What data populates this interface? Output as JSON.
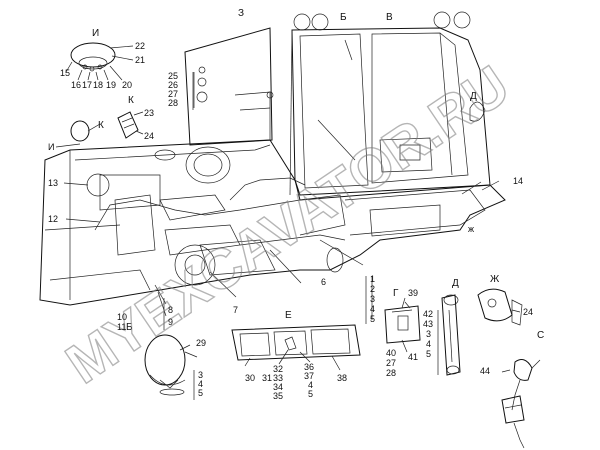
{
  "watermark": "MYEXCAVATOR.RU",
  "views": {
    "i": "И",
    "k": "К",
    "z": "З",
    "b": "Б",
    "v": "В",
    "d": "Д",
    "e": "Е",
    "g": "Г",
    "zh": "Ж",
    "zh_small": "ж",
    "c": "С",
    "i_small": "И"
  },
  "callouts": {
    "n1": "1",
    "n2": "2",
    "n3": "3",
    "n4": "4",
    "n5": "5",
    "n6": "6",
    "n7": "7",
    "n8": "8",
    "n9": "9",
    "n10": "10",
    "n11": "11",
    "n12": "12",
    "n13": "13",
    "n14": "14",
    "n15": "15",
    "n16": "16",
    "n17": "17",
    "n18": "18",
    "n19": "19",
    "n20": "20",
    "n21": "21",
    "n22": "22",
    "n23": "23",
    "n24a": "24",
    "n24b": "24",
    "n25": "25",
    "n26": "26",
    "n27a": "27",
    "n27b": "27",
    "n28a": "28",
    "n28b": "28",
    "n29": "29",
    "n30": "30",
    "n31": "31",
    "n32": "32",
    "n33": "33",
    "n34": "34",
    "n35": "35",
    "n36": "36",
    "n37": "37",
    "n38": "38",
    "n39": "39",
    "n40": "40",
    "n41": "41",
    "n42": "42",
    "n43": "43",
    "n44": "44",
    "b3": "3",
    "b4": "4",
    "b5": "5",
    "e4": "4",
    "e5": "5",
    "d3": "3",
    "d4": "4",
    "d5": "5"
  }
}
